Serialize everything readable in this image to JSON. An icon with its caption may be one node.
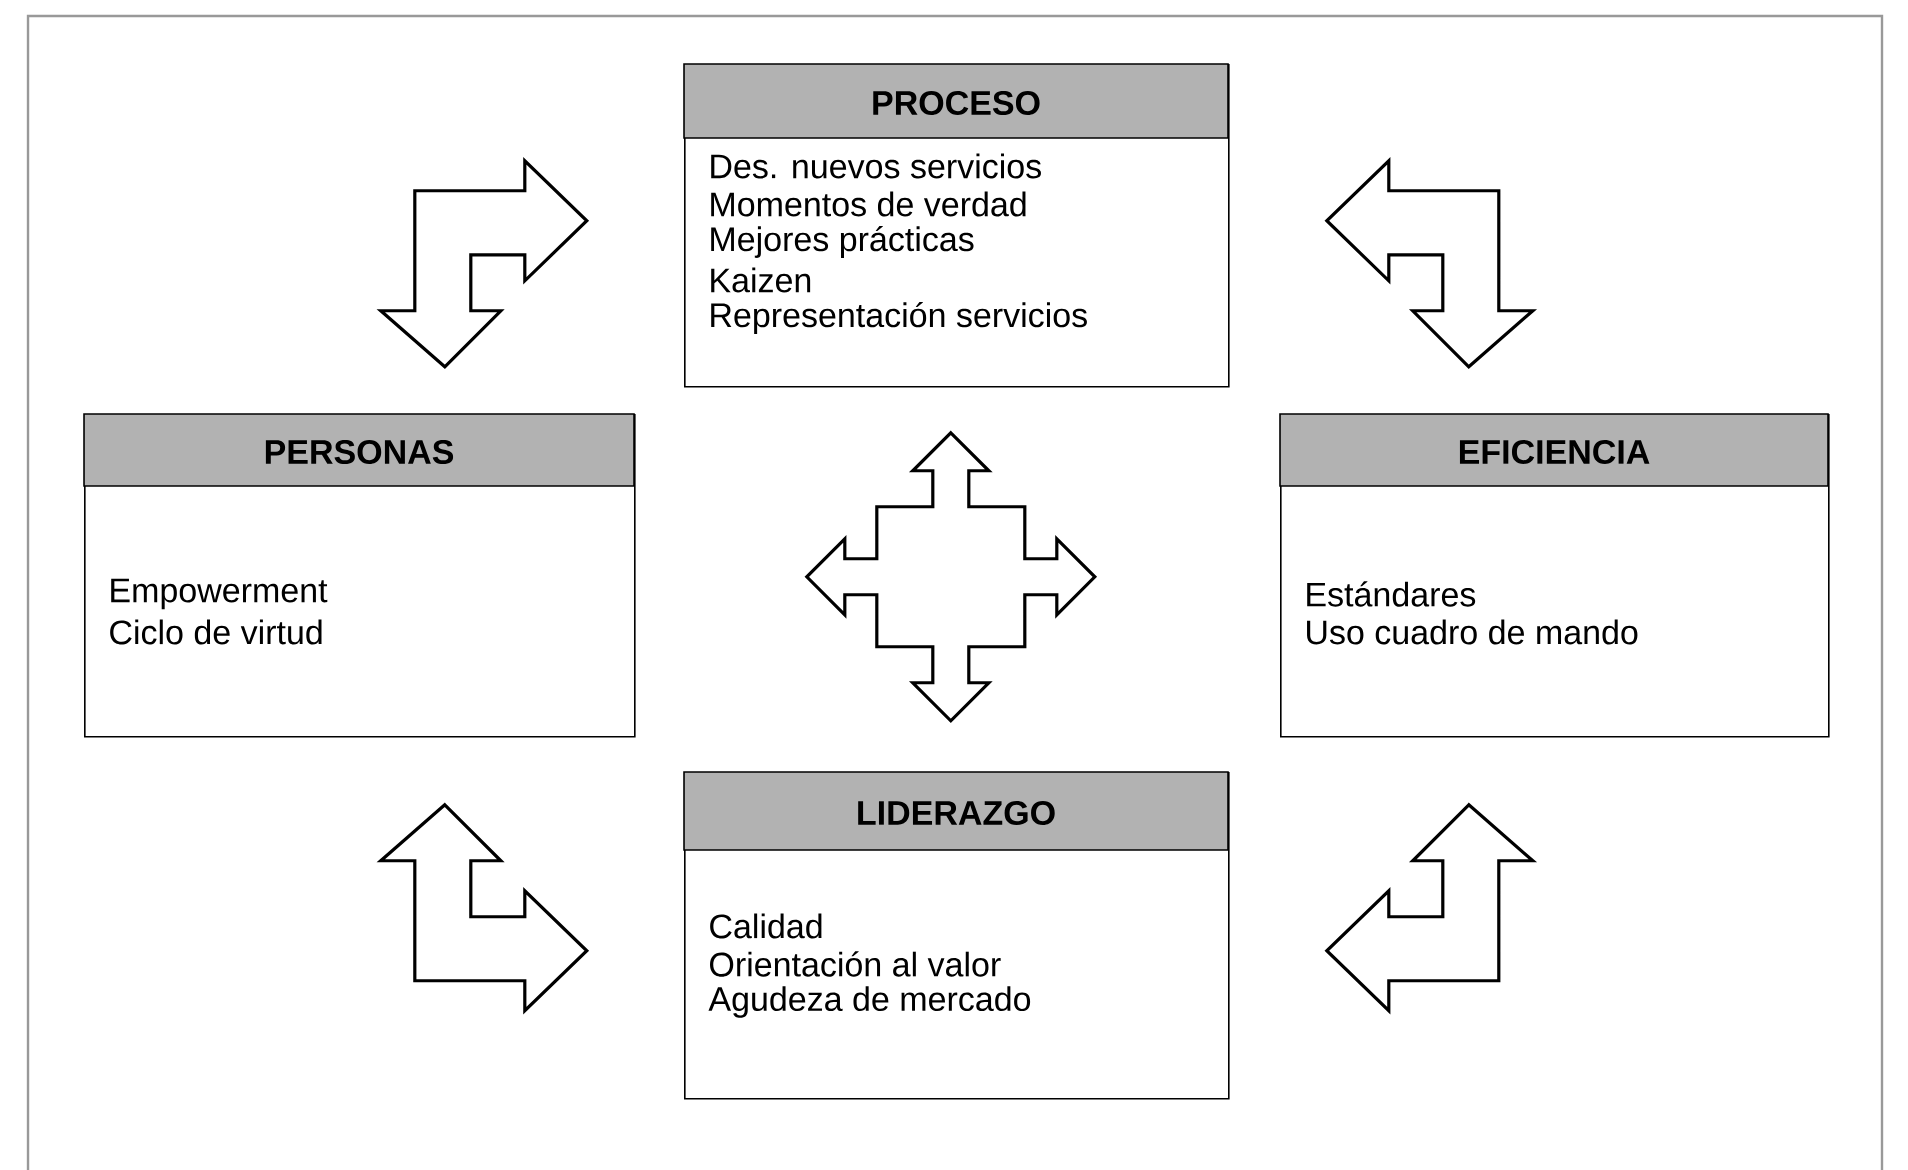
{
  "diagram": {
    "nodes": [
      {
        "text": [
          "PROCESO",
          "Des. nuevos servicios",
          "Momentos de verdad",
          "Mejores prácticas",
          "Kaizen",
          "Representación servicios"
        ]
      },
      {
        "text": [
          "PERSONAS",
          "Empowerment",
          "Ciclo de virtud"
        ]
      },
      {
        "text": [
          "EFICIENCIA",
          "Estándares",
          "Uso cuadro de mando"
        ]
      },
      {
        "text": [
          "LIDERAZGO",
          "Calidad",
          "Orientación al valor",
          "Agudeza de mercado"
        ]
      }
    ],
    "edges": [
      {
        "from": 1,
        "to": 0,
        "arrow": "both"
      },
      {
        "from": 0,
        "to": 2,
        "arrow": "both"
      },
      {
        "from": 1,
        "to": 3,
        "arrow": "both"
      },
      {
        "from": 3,
        "to": 2,
        "arrow": "both"
      },
      {
        "from": 0,
        "to": 3,
        "arrow": "both"
      },
      {
        "from": 1,
        "to": 2,
        "arrow": "both"
      }
    ]
  }
}
